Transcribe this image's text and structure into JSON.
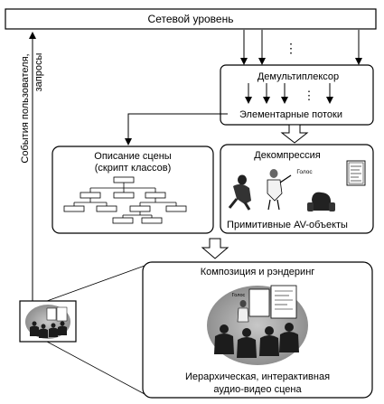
{
  "network_level": "Сетевой уровень",
  "user_events": "События пользователя,",
  "user_requests": "запросы",
  "demux": "Демультиплексор",
  "elementary_streams": "Элементарные потоки",
  "scene_desc_line1": "Описание сцены",
  "scene_desc_line2": "(скрипт классов)",
  "decompression": "Декомпрессия",
  "voice": "Голос",
  "primitive_av": "Примитивные AV-объекты",
  "composition": "Композиция и рэндеринг",
  "scene_line1": "Иерархическая, интерактивная",
  "scene_line2": "аудио-видео сцена",
  "ellipsis": "⋮"
}
